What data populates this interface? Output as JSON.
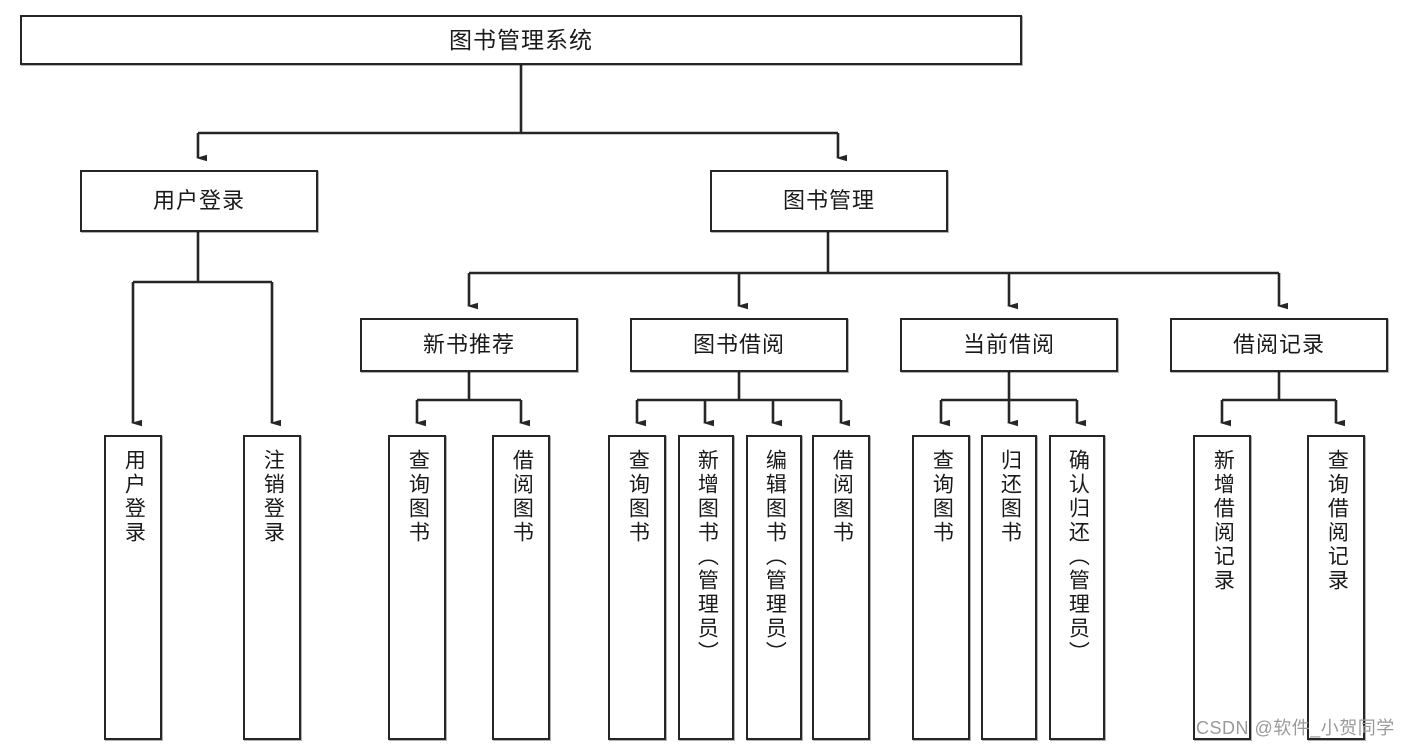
{
  "diagram": {
    "title": "图书管理系统",
    "type": "functional-structure-tree",
    "orientation": "top-down",
    "colors": {
      "box_border": "#262626",
      "box_fill": "#ffffff",
      "edge": "#262626",
      "text": "#1a1a1a",
      "watermark": "#9a9a9a"
    },
    "root": {
      "label": "图书管理系统"
    },
    "level2": [
      {
        "label": "用户登录"
      },
      {
        "label": "图书管理"
      }
    ],
    "level3": [
      {
        "label": "新书推荐"
      },
      {
        "label": "图书借阅"
      },
      {
        "label": "当前借阅"
      },
      {
        "label": "借阅记录"
      }
    ],
    "leaves": [
      {
        "label": "用户登录",
        "parent": "用户登录"
      },
      {
        "label": "注销登录",
        "parent": "用户登录"
      },
      {
        "label": "查询图书",
        "parent": "新书推荐"
      },
      {
        "label": "借阅图书",
        "parent": "新书推荐"
      },
      {
        "label": "查询图书",
        "parent": "图书借阅"
      },
      {
        "label": "新增图书（管理员）",
        "parent": "图书借阅"
      },
      {
        "label": "编辑图书（管理员）",
        "parent": "图书借阅"
      },
      {
        "label": "借阅图书",
        "parent": "图书借阅"
      },
      {
        "label": "查询图书",
        "parent": "当前借阅"
      },
      {
        "label": "归还图书",
        "parent": "当前借阅"
      },
      {
        "label": "确认归还（管理员）",
        "parent": "当前借阅"
      },
      {
        "label": "新增借阅记录",
        "parent": "借阅记录"
      },
      {
        "label": "查询借阅记录",
        "parent": "借阅记录"
      }
    ],
    "watermark": "CSDN @软件_小贺同学"
  }
}
